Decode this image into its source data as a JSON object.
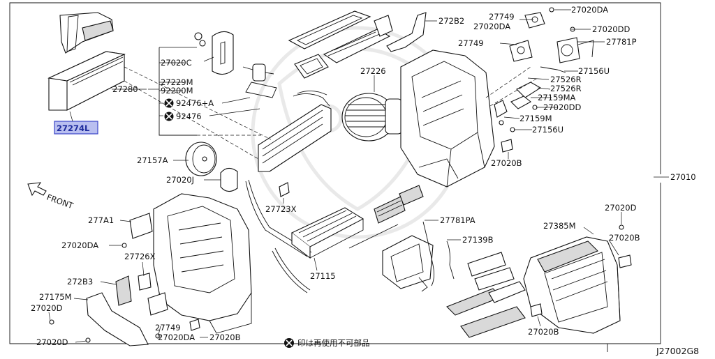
{
  "diagram": {
    "code": "J27002G8",
    "main_part": "27010",
    "front_label": "FRONT",
    "legend": {
      "symbol": "⊗",
      "text": "印は再使用不可部品"
    },
    "selected_part": "27274L",
    "callouts": {
      "c27274L": "27274L",
      "c27280": "27280",
      "c27020C": "27020C",
      "c27229M": "27229M",
      "c92200M": "92200M",
      "c92476A": "92476+A",
      "c92476": "92476",
      "c272B2": "272B2",
      "c27749a": "27749",
      "c27020DAa": "27020DA",
      "c27020DAb": "27020DA",
      "c27020DD": "27020DD",
      "c27749b": "27749",
      "c27781P": "27781P",
      "c27226": "27226",
      "c27156Ua": "27156U",
      "c27526Ra": "27526R",
      "c27526Rb": "27526R",
      "c27159MA": "27159MA",
      "c27020DDb": "27020DD",
      "c27159M": "27159M",
      "c27156Ub": "27156U",
      "c27020Ba": "27020B",
      "c27157A": "27157A",
      "c27020J": "27020J",
      "c27723X": "27723X",
      "c277A1": "277A1",
      "c27020DAc": "27020DA",
      "c27726X": "27726X",
      "c272B3": "272B3",
      "c27175M": "27175M",
      "c27020Da": "27020D",
      "c27020Db": "27020D",
      "c27749c": "27749",
      "c27020DAd": "27020DA",
      "c27020Bb": "27020B",
      "c27781PA": "27781PA",
      "c27139B": "27139B",
      "c27115": "27115",
      "c27020Dc": "27020D",
      "c27385M": "27385M",
      "c27020Bc": "27020B",
      "c27020Bd": "27020B",
      "c27010": "27010"
    }
  }
}
